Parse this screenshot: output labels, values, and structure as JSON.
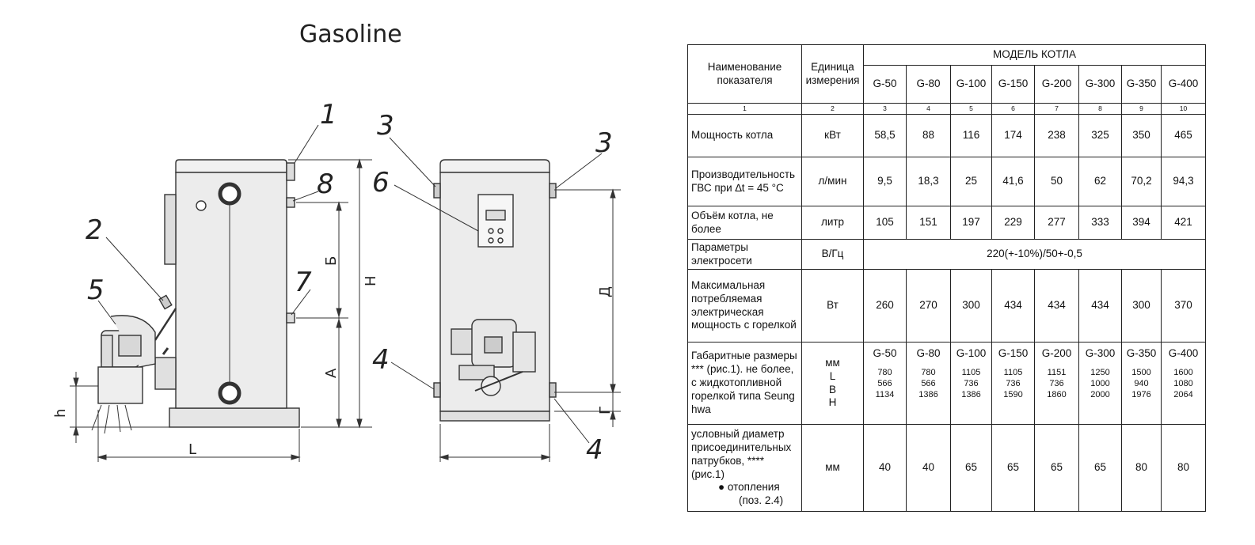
{
  "drawing": {
    "title": "Gasoline",
    "callouts": [
      "1",
      "2",
      "3",
      "4",
      "5",
      "6",
      "7",
      "8"
    ],
    "dim_labels": {
      "L": "L",
      "H": "Н",
      "B": "Б",
      "A": "А",
      "h": "h",
      "D": "Д",
      "G": "Г"
    }
  },
  "table": {
    "header": {
      "param": "Наименование показателя",
      "unit": "Единица измерения",
      "model_group": "МОДЕЛЬ КОТЛА",
      "models": [
        "G-50",
        "G-80",
        "G-100",
        "G-150",
        "G-200",
        "G-300",
        "G-350",
        "G-400"
      ]
    },
    "col_numbers": [
      "1",
      "2",
      "3",
      "4",
      "5",
      "6",
      "7",
      "8",
      "9",
      "10"
    ],
    "rows": [
      {
        "label": "Мощность котла",
        "unit": "кВт",
        "values": [
          "58,5",
          "88",
          "116",
          "174",
          "238",
          "325",
          "350",
          "465"
        ]
      },
      {
        "label": "Производительность ГВС при ∆t = 45 °C",
        "unit": "л/мин",
        "values": [
          "9,5",
          "18,3",
          "25",
          "41,6",
          "50",
          "62",
          "70,2",
          "94,3"
        ]
      },
      {
        "label": "Объём котла, не более",
        "unit": "литр",
        "values": [
          "105",
          "151",
          "197",
          "229",
          "277",
          "333",
          "394",
          "421"
        ]
      },
      {
        "label": "Параметры электросети",
        "unit": "В/Гц",
        "merged": "220(+-10%)/50+-0,5"
      },
      {
        "label": "Максимальная потребляемая электрическая мощность с горелкой",
        "unit": "Вт",
        "values": [
          "260",
          "270",
          "300",
          "434",
          "434",
          "434",
          "300",
          "370"
        ]
      }
    ],
    "dimensions_row": {
      "label": "Габаритные размеры *** (рис.1). не более, с жидкотопливной горелкой типа Seung hwa",
      "unit_lines": [
        "мм",
        "L",
        "B",
        "H"
      ],
      "models": [
        "G-50",
        "G-80",
        "G-100",
        "G-150",
        "G-200",
        "G-300",
        "G-350",
        "G-400"
      ],
      "L": [
        "780",
        "780",
        "1105",
        "1105",
        "1151",
        "1250",
        "1500",
        "1600"
      ],
      "B": [
        "566",
        "566",
        "736",
        "736",
        "736",
        "1000",
        "940",
        "1080"
      ],
      "H": [
        "1134",
        "1386",
        "1386",
        "1590",
        "1860",
        "2000",
        "1976",
        "2064"
      ]
    },
    "connection_row": {
      "label": "условный диаметр присоединительных патрубков, **** (рис.1)",
      "bullet": "● отопления",
      "pos": "(поз. 2.4)",
      "unit": "мм",
      "values": [
        "40",
        "40",
        "65",
        "65",
        "65",
        "65",
        "80",
        "80"
      ]
    }
  }
}
